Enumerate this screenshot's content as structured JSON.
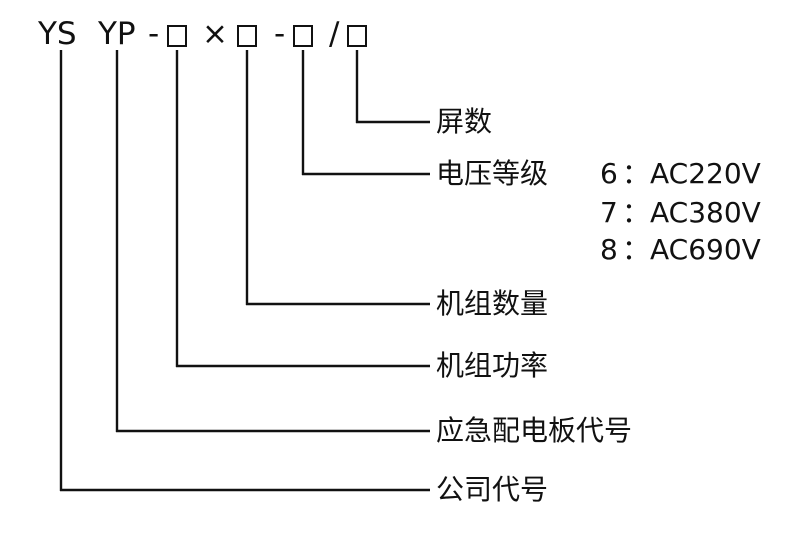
{
  "code": {
    "ys": "YS",
    "yp": "YP",
    "dash1": "-",
    "times": "×",
    "dash2": "-",
    "slash": "/"
  },
  "labels": {
    "screens": "屏数",
    "voltage": "电压等级",
    "unit_qty": "机组数量",
    "unit_power": "机组功率",
    "panel_code": "应急配电板代号",
    "company_code": "公司代号"
  },
  "voltage_options": [
    {
      "code": "6",
      "value": "AC220V"
    },
    {
      "code": "7",
      "value": "AC380V"
    },
    {
      "code": "8",
      "value": "AC690V"
    }
  ]
}
